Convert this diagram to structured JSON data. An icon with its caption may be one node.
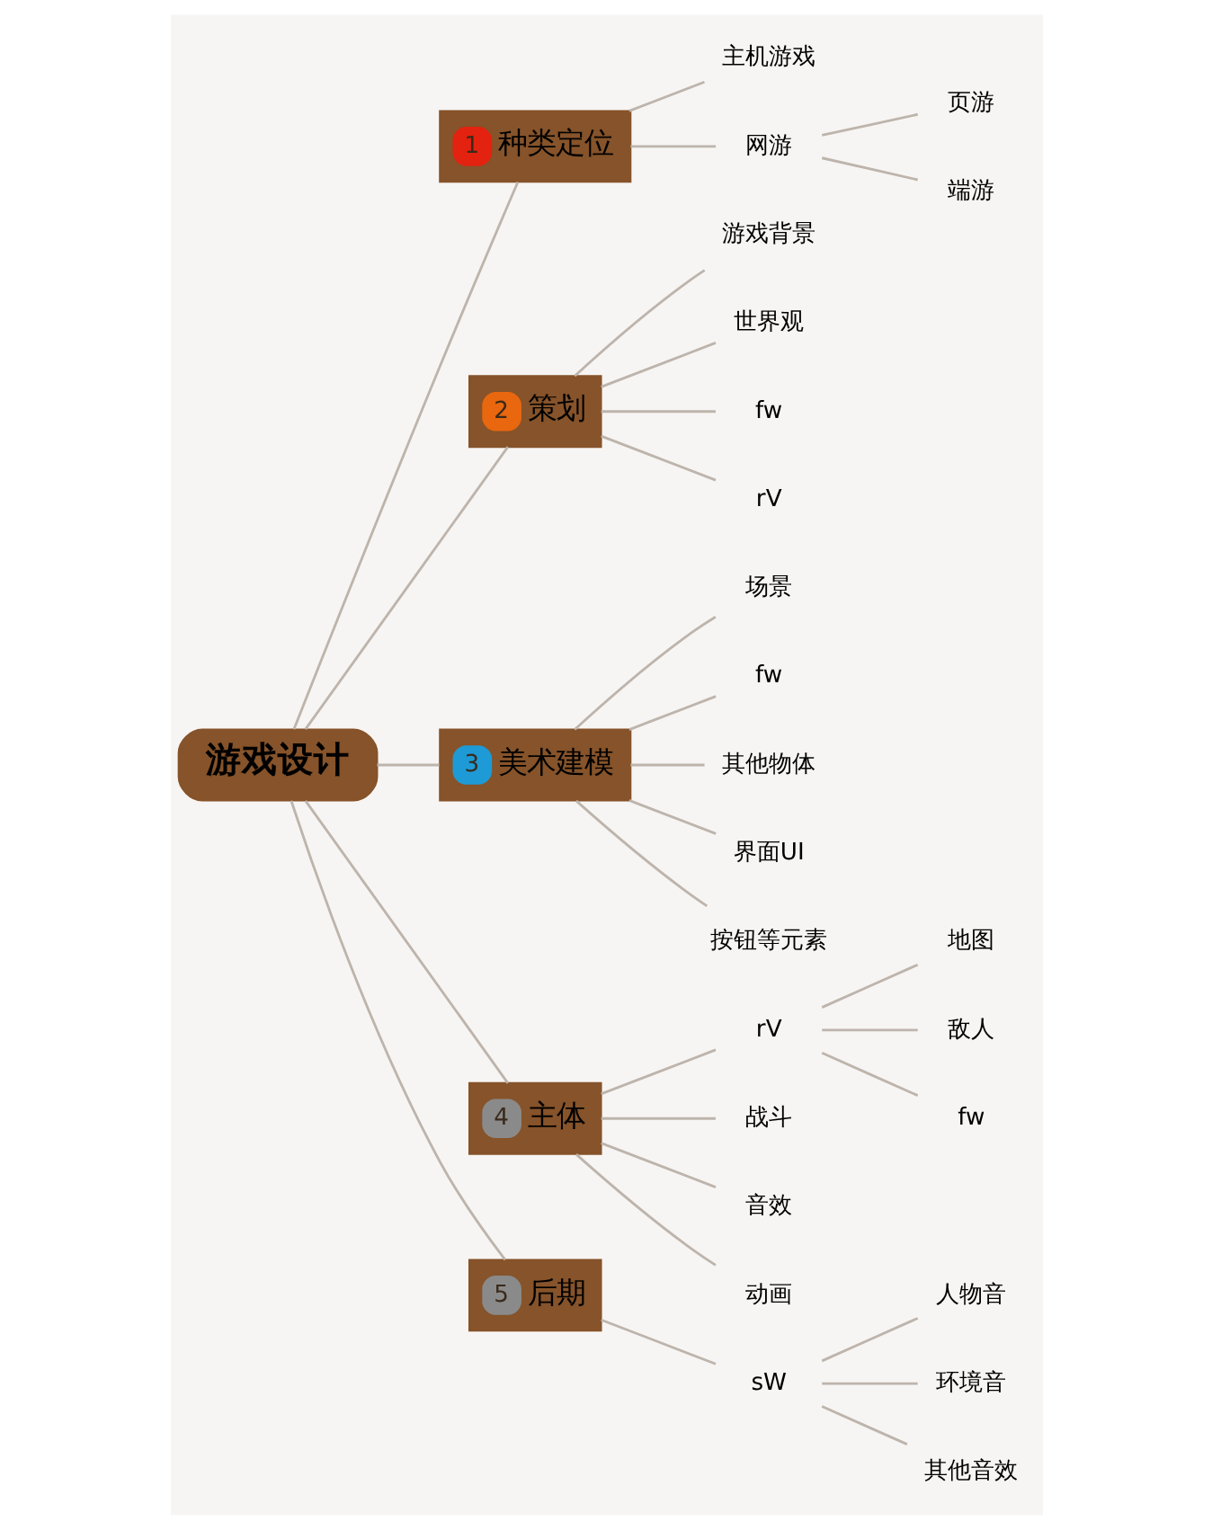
{
  "diagram": {
    "nodes": [
      {
        "text": [
          "游戏设计"
        ]
      },
      {
        "text": [
          "1",
          "种类定位"
        ]
      },
      {
        "text": [
          "主机游戏"
        ]
      },
      {
        "text": [
          "网游"
        ]
      },
      {
        "text": [
          "页游"
        ]
      },
      {
        "text": [
          "端游"
        ]
      },
      {
        "text": [
          "2",
          "策划"
        ]
      },
      {
        "text": [
          "游戏背景"
        ]
      },
      {
        "text": [
          "世界观"
        ]
      },
      {
        "text": [
          "fw"
        ]
      },
      {
        "text": [
          "rV"
        ]
      },
      {
        "text": [
          "3",
          "美术建模"
        ]
      },
      {
        "text": [
          "场景"
        ]
      },
      {
        "text": [
          "fw"
        ]
      },
      {
        "text": [
          "其他物体"
        ]
      },
      {
        "text": [
          "界面UI"
        ]
      },
      {
        "text": [
          "按钮等元素"
        ]
      },
      {
        "text": [
          "4",
          "主体"
        ]
      },
      {
        "text": [
          "rV"
        ]
      },
      {
        "text": [
          "地图"
        ]
      },
      {
        "text": [
          "敌人"
        ]
      },
      {
        "text": [
          "fw"
        ]
      },
      {
        "text": [
          "战斗"
        ]
      },
      {
        "text": [
          "音效"
        ]
      },
      {
        "text": [
          "动画"
        ]
      },
      {
        "text": [
          "5",
          "后期"
        ]
      },
      {
        "text": [
          "sW"
        ]
      },
      {
        "text": [
          "人物音"
        ]
      },
      {
        "text": [
          "环境音"
        ]
      },
      {
        "text": [
          "其他音效"
        ]
      }
    ],
    "edges": [
      {
        "from": 0,
        "to": 1,
        "arrow": "none"
      },
      {
        "from": 1,
        "to": 2,
        "arrow": "none"
      },
      {
        "from": 1,
        "to": 3,
        "arrow": "none"
      },
      {
        "from": 3,
        "to": 4,
        "arrow": "none"
      },
      {
        "from": 3,
        "to": 5,
        "arrow": "none"
      },
      {
        "from": 0,
        "to": 6,
        "arrow": "none"
      },
      {
        "from": 6,
        "to": 7,
        "arrow": "none"
      },
      {
        "from": 6,
        "to": 8,
        "arrow": "none"
      },
      {
        "from": 6,
        "to": 9,
        "arrow": "none"
      },
      {
        "from": 6,
        "to": 10,
        "arrow": "none"
      },
      {
        "from": 0,
        "to": 11,
        "arrow": "none"
      },
      {
        "from": 11,
        "to": 12,
        "arrow": "none"
      },
      {
        "from": 11,
        "to": 13,
        "arrow": "none"
      },
      {
        "from": 11,
        "to": 14,
        "arrow": "none"
      },
      {
        "from": 11,
        "to": 15,
        "arrow": "none"
      },
      {
        "from": 11,
        "to": 16,
        "arrow": "none"
      },
      {
        "from": 0,
        "to": 17,
        "arrow": "none"
      },
      {
        "from": 17,
        "to": 18,
        "arrow": "none"
      },
      {
        "from": 18,
        "to": 19,
        "arrow": "none"
      },
      {
        "from": 18,
        "to": 20,
        "arrow": "none"
      },
      {
        "from": 18,
        "to": 21,
        "arrow": "none"
      },
      {
        "from": 17,
        "to": 22,
        "arrow": "none"
      },
      {
        "from": 17,
        "to": 23,
        "arrow": "none"
      },
      {
        "from": 17,
        "to": 24,
        "arrow": "none"
      },
      {
        "from": 0,
        "to": 25,
        "arrow": "none"
      },
      {
        "from": 25,
        "to": 26,
        "arrow": "none"
      },
      {
        "from": 26,
        "to": 27,
        "arrow": "none"
      },
      {
        "from": 26,
        "to": 28,
        "arrow": "none"
      },
      {
        "from": 26,
        "to": 29,
        "arrow": "none"
      }
    ]
  }
}
